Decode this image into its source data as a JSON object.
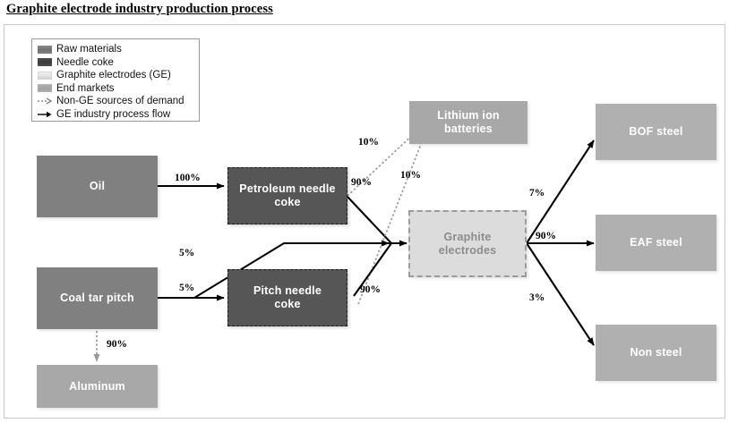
{
  "title": "Graphite electrode industry production process",
  "legend": {
    "items": [
      {
        "label": "Raw materials",
        "swatch": "raw-materials-swatch",
        "kind": "box"
      },
      {
        "label": "Needle coke",
        "swatch": "needle-coke-swatch",
        "kind": "box"
      },
      {
        "label": "Graphite electrodes (GE)",
        "swatch": "graphite-electrodes-swatch",
        "kind": "box"
      },
      {
        "label": "End markets",
        "swatch": "end-markets-swatch",
        "kind": "box"
      },
      {
        "label": "Non-GE sources of demand",
        "swatch": "dotted-arrow-icon",
        "kind": "dotted-arrow"
      },
      {
        "label": "GE industry process flow",
        "swatch": "solid-arrow-icon",
        "kind": "solid-arrow"
      }
    ]
  },
  "nodes": [
    {
      "id": "oil",
      "label": "Oil",
      "type": "raw"
    },
    {
      "id": "coal-tar-pitch",
      "label": "Coal tar pitch",
      "type": "raw"
    },
    {
      "id": "petroleum-needle-coke",
      "label": "Petroleum needle\ncoke",
      "type": "needle-coke"
    },
    {
      "id": "pitch-needle-coke",
      "label": "Pitch needle\ncoke",
      "type": "needle-coke"
    },
    {
      "id": "graphite-electrodes",
      "label": "Graphite\nelectrodes",
      "type": "graphite-electrodes"
    },
    {
      "id": "lithium-ion-batteries",
      "label": "Lithium ion\nbatteries",
      "type": "non-ge-demand"
    },
    {
      "id": "aluminum",
      "label": "Aluminum",
      "type": "non-ge-demand"
    },
    {
      "id": "bof-steel",
      "label": "BOF steel",
      "type": "end-market"
    },
    {
      "id": "eaf-steel",
      "label": "EAF steel",
      "type": "end-market"
    },
    {
      "id": "non-steel",
      "label": "Non steel",
      "type": "end-market"
    }
  ],
  "edges": [
    {
      "from": "oil",
      "to": "petroleum-needle-coke",
      "value": "100%",
      "style": "solid"
    },
    {
      "from": "coal-tar-pitch",
      "to": "graphite-electrodes",
      "value": "5%",
      "style": "solid"
    },
    {
      "from": "coal-tar-pitch",
      "to": "pitch-needle-coke",
      "value": "5%",
      "style": "solid"
    },
    {
      "from": "coal-tar-pitch",
      "to": "aluminum",
      "value": "90%",
      "style": "dotted"
    },
    {
      "from": "petroleum-needle-coke",
      "to": "lithium-ion-batteries",
      "value": "10%",
      "style": "dotted"
    },
    {
      "from": "petroleum-needle-coke",
      "to": "graphite-electrodes",
      "value": "90%",
      "style": "solid"
    },
    {
      "from": "pitch-needle-coke",
      "to": "lithium-ion-batteries",
      "value": "10%",
      "style": "dotted"
    },
    {
      "from": "pitch-needle-coke",
      "to": "graphite-electrodes",
      "value": "90%",
      "style": "solid"
    },
    {
      "from": "graphite-electrodes",
      "to": "bof-steel",
      "value": "7%",
      "style": "solid"
    },
    {
      "from": "graphite-electrodes",
      "to": "eaf-steel",
      "value": "90%",
      "style": "solid"
    },
    {
      "from": "graphite-electrodes",
      "to": "non-steel",
      "value": "3%",
      "style": "solid"
    }
  ],
  "colors": {
    "raw_materials": "#808080",
    "needle_coke": "#565656",
    "graphite_electrodes": "#dcdcdc",
    "end_markets": "#b0b0b0",
    "non_ge_demand": "#a8a8a8",
    "flow_line": "#000000",
    "frame_border": "#c8c8c8"
  }
}
